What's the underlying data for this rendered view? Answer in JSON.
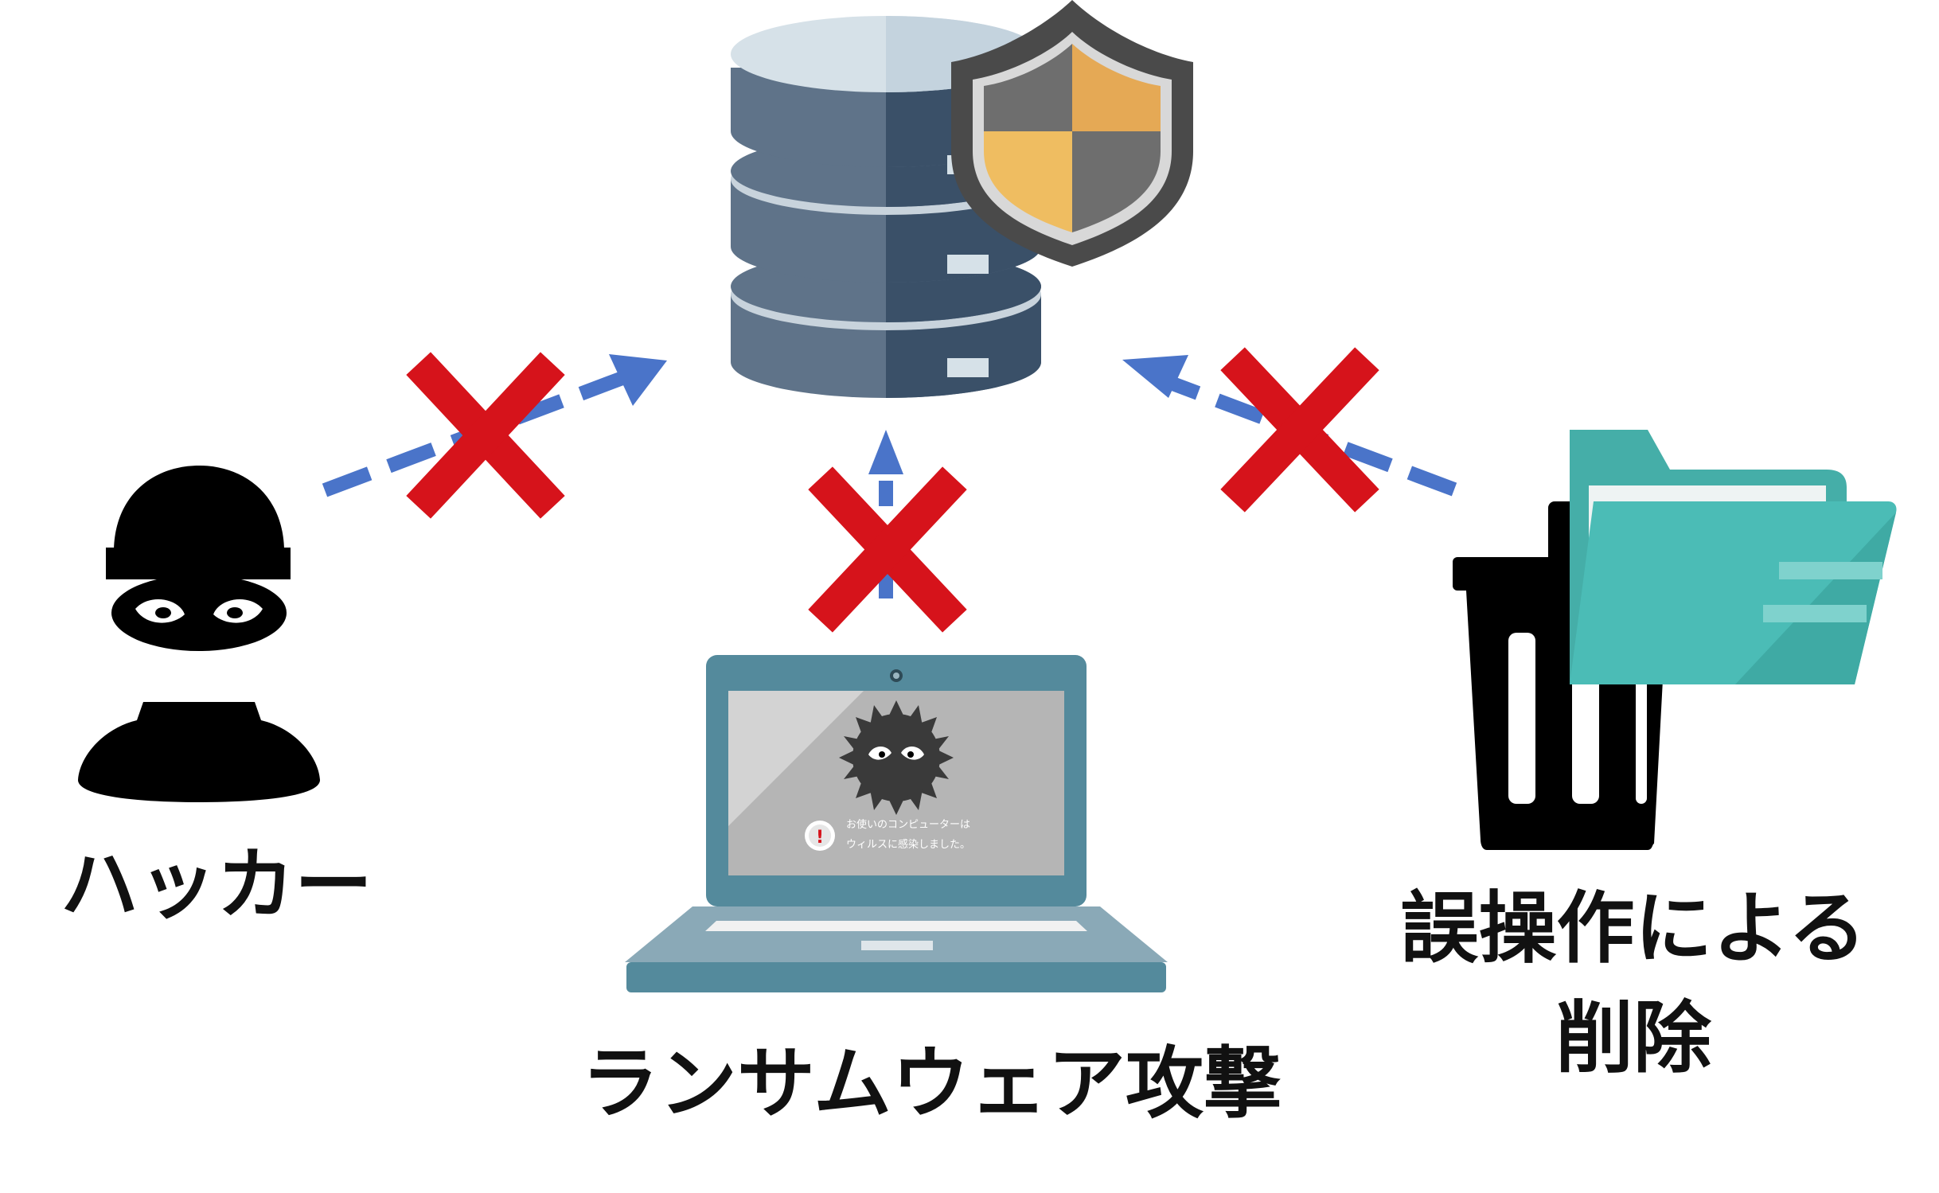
{
  "labels": {
    "hacker": "ハッカー",
    "ransomware": "ランサムウェア攻撃",
    "deletion_line1": "誤操作による",
    "deletion_line2": "削除"
  },
  "laptop_screen": {
    "line1": "お使いのコンピューターは",
    "line2": "ウィルスに感染しました。",
    "alert_symbol": "!"
  },
  "icons": {
    "server": "database-server-icon",
    "shield": "shield-icon",
    "hacker": "burglar-icon",
    "laptop": "infected-laptop-icon",
    "virus": "virus-icon",
    "trash": "trash-can-icon",
    "folder": "folder-icon",
    "blocked": "red-x-cross-icon"
  },
  "colors": {
    "server_light": "#5f7389",
    "server_dark": "#3a5068",
    "server_top": "#d6e1e8",
    "shield_orange": "#efbd61",
    "shield_gray": "#6e6e6e",
    "arrow_blue": "#4a74c9",
    "cross_red": "#d6131b",
    "laptop_body": "#548a9c",
    "folder_teal": "#4bbcb6"
  }
}
